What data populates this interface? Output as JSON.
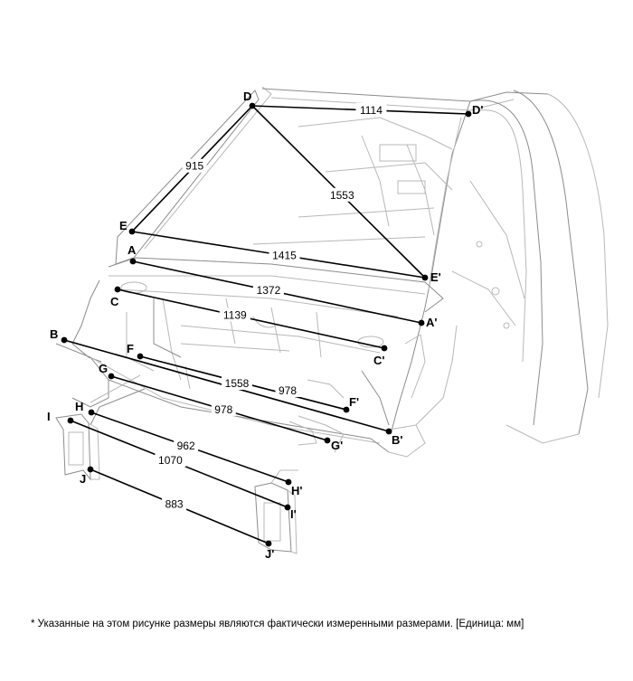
{
  "diagram": {
    "points": [
      {
        "id": "A",
        "label": "A"
      },
      {
        "id": "A_",
        "label": "A'"
      },
      {
        "id": "B",
        "label": "B"
      },
      {
        "id": "B_",
        "label": "B'"
      },
      {
        "id": "C",
        "label": "C"
      },
      {
        "id": "C_",
        "label": "C'"
      },
      {
        "id": "D",
        "label": "D"
      },
      {
        "id": "D_",
        "label": "D'"
      },
      {
        "id": "E",
        "label": "E"
      },
      {
        "id": "E_",
        "label": "E'"
      },
      {
        "id": "F",
        "label": "F"
      },
      {
        "id": "F_",
        "label": "F'"
      },
      {
        "id": "G",
        "label": "G"
      },
      {
        "id": "G_",
        "label": "G'"
      },
      {
        "id": "H",
        "label": "H"
      },
      {
        "id": "H_",
        "label": "H'"
      },
      {
        "id": "I",
        "label": "I"
      },
      {
        "id": "I_",
        "label": "I'"
      },
      {
        "id": "J",
        "label": "J"
      },
      {
        "id": "J_",
        "label": "J'"
      }
    ],
    "measurements": [
      {
        "from": "D",
        "to": "D_",
        "value": "1114"
      },
      {
        "from": "D",
        "to": "E",
        "value": "915"
      },
      {
        "from": "D",
        "to": "E_",
        "value": "1553"
      },
      {
        "from": "E",
        "to": "E_",
        "value": "1415"
      },
      {
        "from": "A",
        "to": "A_",
        "value": "1372"
      },
      {
        "from": "C",
        "to": "C_",
        "value": "1139"
      },
      {
        "from": "B",
        "to": "B_",
        "value": "1558"
      },
      {
        "from": "F",
        "to": "F_",
        "value": "978"
      },
      {
        "from": "G",
        "to": "G_",
        "value": "978"
      },
      {
        "from": "H",
        "to": "H_",
        "value": "962"
      },
      {
        "from": "I",
        "to": "I_",
        "value": "1070"
      },
      {
        "from": "J",
        "to": "J_",
        "value": "883"
      }
    ]
  },
  "footnote": "* Указанные на этом рисунке размеры являются фактически измеренными размерами. [Единица: мм]"
}
